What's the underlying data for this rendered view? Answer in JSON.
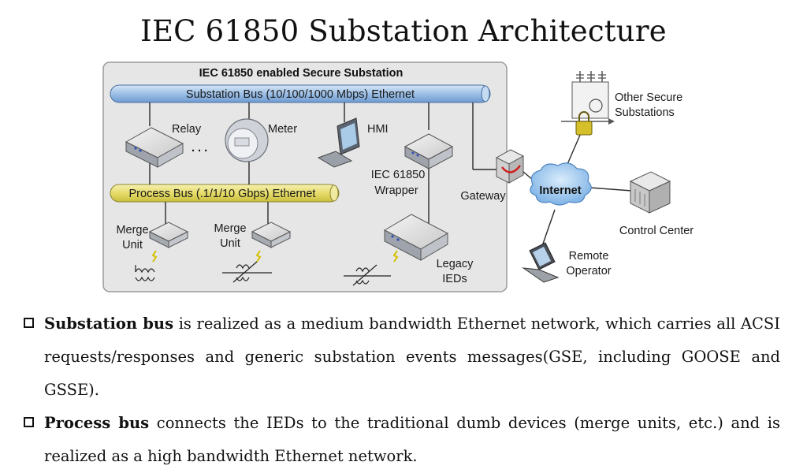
{
  "title": "IEC 61850 Substation Architecture",
  "diagram": {
    "panel_title": "IEC 61850 enabled Secure Substation",
    "substation_bus": "Substation Bus (10/100/1000 Mbps) Ethernet",
    "process_bus": "Process Bus (.1/1/10 Gbps) Ethernet",
    "ellipsis": ". . .",
    "labels": {
      "relay": "Relay",
      "meter": "Meter",
      "hmi": "HMI",
      "wrapper_line1": "IEC 61850",
      "wrapper_line2": "Wrapper",
      "gateway": "Gateway",
      "internet": "Internet",
      "merge_unit_1_line1": "Merge",
      "merge_unit_1_line2": "Unit",
      "merge_unit_2_line1": "Merge",
      "merge_unit_2_line2": "Unit",
      "legacy_line1": "Legacy",
      "legacy_line2": "IEDs",
      "other_line1": "Other Secure",
      "other_line2": "Substations",
      "control_center": "Control Center",
      "remote_line1": "Remote",
      "remote_line2": "Operator"
    },
    "colors": {
      "substation_bus": "#a9c8ea",
      "process_bus": "#e8e07a",
      "panel": "#e6e6e6",
      "cloud": "#9cc6ef"
    }
  },
  "bullets": [
    {
      "term": "Substation bus",
      "text": " is realized as a medium bandwidth Ethernet network, which carries all ACSI requests/responses and generic substation events messages(GSE, including GOOSE and GSSE)."
    },
    {
      "term": "Process bus",
      "text": " connects the IEDs to the traditional dumb devices (merge units, etc.) and is realized as a high bandwidth Ethernet network."
    }
  ]
}
